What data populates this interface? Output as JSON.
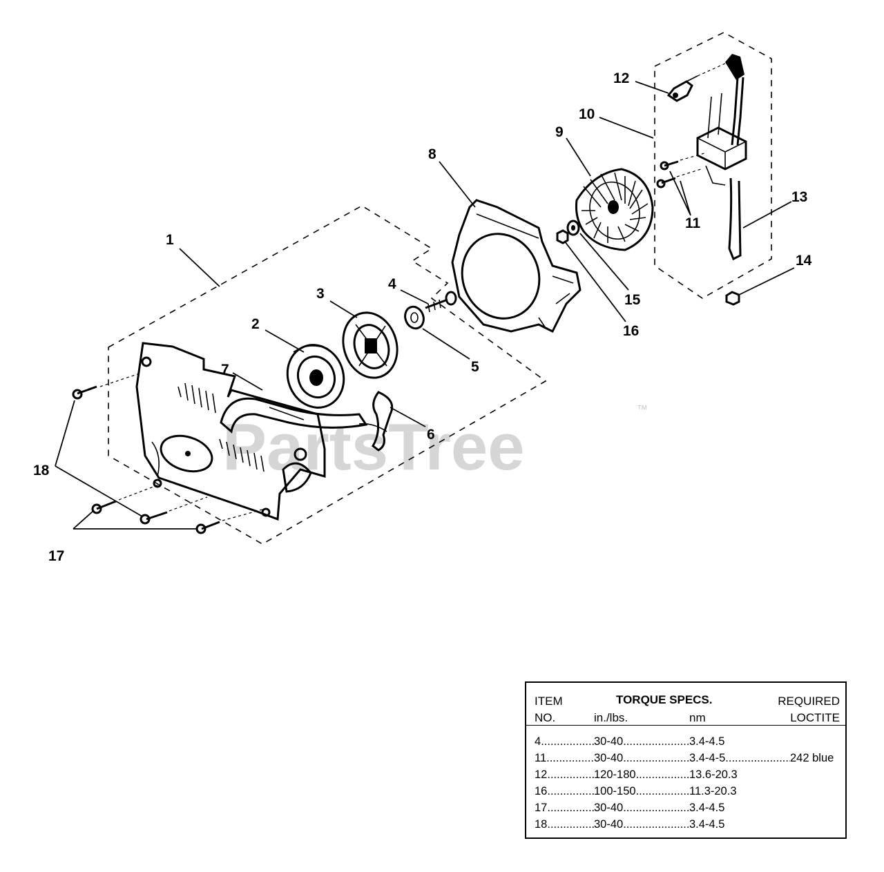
{
  "watermark": {
    "text": "PartsTree",
    "trademark": "™"
  },
  "callouts": [
    {
      "id": "c1",
      "label": "1"
    },
    {
      "id": "c2",
      "label": "2"
    },
    {
      "id": "c3",
      "label": "3"
    },
    {
      "id": "c4",
      "label": "4"
    },
    {
      "id": "c5",
      "label": "5"
    },
    {
      "id": "c6",
      "label": "6"
    },
    {
      "id": "c7",
      "label": "7"
    },
    {
      "id": "c8",
      "label": "8"
    },
    {
      "id": "c9",
      "label": "9"
    },
    {
      "id": "c10",
      "label": "10"
    },
    {
      "id": "c11",
      "label": "11"
    },
    {
      "id": "c12",
      "label": "12"
    },
    {
      "id": "c13",
      "label": "13"
    },
    {
      "id": "c14",
      "label": "14"
    },
    {
      "id": "c15",
      "label": "15"
    },
    {
      "id": "c16",
      "label": "16"
    },
    {
      "id": "c17",
      "label": "17"
    },
    {
      "id": "c18",
      "label": "18"
    }
  ],
  "torque_table": {
    "header": {
      "item": "ITEM",
      "no": "NO.",
      "torque": "TORQUE SPECS.",
      "inlbs": "in./lbs.",
      "nm": "nm",
      "required": "REQUIRED",
      "loctite": "LOCTITE"
    },
    "rows": [
      {
        "item": "4",
        "inlbs": "30-40",
        "nm": "3.4-4.5",
        "loctite": ""
      },
      {
        "item": "11",
        "inlbs": "30-40",
        "nm": "3.4-4-5",
        "loctite": "242 blue"
      },
      {
        "item": "12",
        "inlbs": "120-180",
        "nm": "13.6-20.3",
        "loctite": ""
      },
      {
        "item": "16",
        "inlbs": "100-150",
        "nm": "11.3-20.3",
        "loctite": ""
      },
      {
        "item": "17",
        "inlbs": "30-40",
        "nm": "3.4-4.5",
        "loctite": ""
      },
      {
        "item": "18",
        "inlbs": "30-40",
        "nm": "3.4-4.5",
        "loctite": ""
      }
    ]
  }
}
